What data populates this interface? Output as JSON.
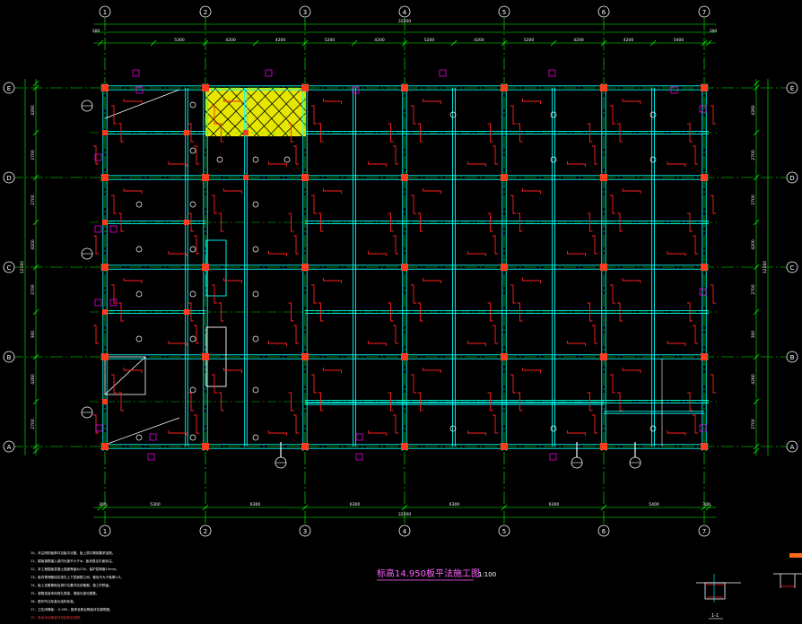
{
  "drawing": {
    "title": "标高14.950板平法施工图",
    "scale": "1:100",
    "axes_top": [
      "1",
      "2",
      "3",
      "4",
      "5",
      "6",
      "7"
    ],
    "axes_left": [
      "E",
      "D",
      "C",
      "B",
      "A"
    ],
    "overall_width": "32200",
    "overall_height": "12160",
    "top_dims": [
      "300",
      "5300",
      "4200",
      "5200",
      "4200",
      "5200",
      "4200",
      "5400",
      "300"
    ],
    "bottom_dims": [
      "300",
      "5300",
      "6300",
      "6300",
      "6300",
      "6300",
      "5400",
      "300"
    ],
    "left_dims": [
      "4260",
      "2700",
      "2700",
      "4200",
      "2700",
      "300"
    ],
    "right_dims": [
      "4260",
      "2700",
      "2700",
      "4200",
      "2700",
      "300"
    ],
    "section_label": "1-1"
  },
  "notes": [
    "10、未注明的板厚详见板平法图，板上洞口需按要求加筋。",
    "11、楼板钢筋锚入梁内长度不小于la，板负筋见平面标注。",
    "12、本工程楼板混凝土强度等级为C30，保护层厚度15mm。",
    "13、板内预埋管线应放在上下层钢筋之间，管径不大于板厚1/3。",
    "14、板上设备基础及洞口位置详见设备图，施工时预留。",
    "15、钢筋连接采用绑扎搭接，搭接长度见图集。",
    "16、图中所注标高为结构标高。",
    "17、卫生间降板：-0.050，厨房及阳台降板详见建筑图。",
    "18、其余未尽事宜详见结构总说明。"
  ],
  "colors": {
    "background": "#000000",
    "axis": "#00ff00",
    "beam": "#00ffff",
    "column": "#ff3b1e",
    "rebar": "#ff2020",
    "label": "#ff00ff",
    "hatch": "#ffff00",
    "text": "#ffffff"
  }
}
